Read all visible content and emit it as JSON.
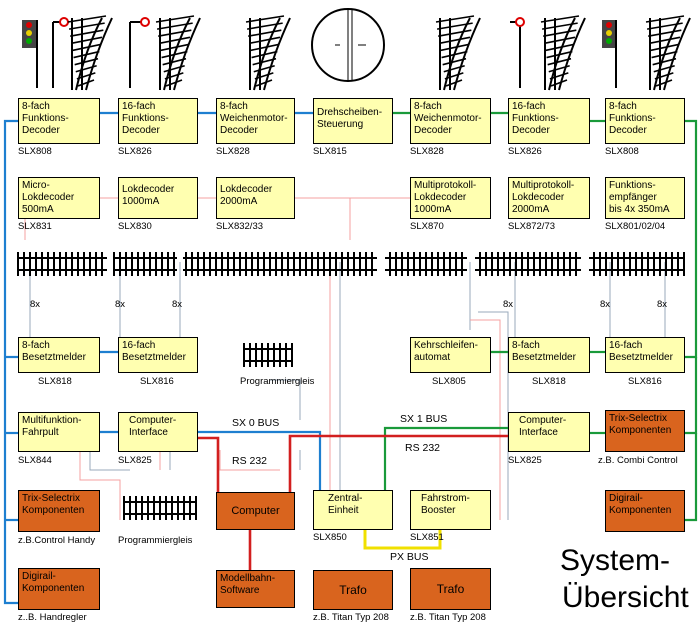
{
  "boxes_top": [
    {
      "id": "sl808a",
      "text": "8-fach\nFunktions-\nDecoder",
      "code": "SLX808"
    },
    {
      "id": "sl826a",
      "text": "16-fach\nFunktions-\nDecoder",
      "code": "SLX826"
    },
    {
      "id": "sl828a",
      "text": "8-fach\nWeichenmotor-\nDecoder",
      "code": "SLX828"
    },
    {
      "id": "sl815",
      "text": "Drehscheiben-\nSteuerung",
      "code": "SLX815"
    },
    {
      "id": "sl828b",
      "text": "8-fach\nWeichenmotor-\nDecoder",
      "code": "SLX828"
    },
    {
      "id": "sl826b",
      "text": "16-fach\nFunktions-\nDecoder",
      "code": "SLX826"
    },
    {
      "id": "sl808b",
      "text": "8-fach\nFunktions-\nDecoder",
      "code": "SLX808"
    }
  ],
  "boxes_loco": [
    {
      "id": "sl831",
      "text": "Micro-\nLokdecoder\n500mA",
      "code": "SLX831"
    },
    {
      "id": "sl830",
      "text": "Lokdecoder\n1000mA",
      "code": "SLX830"
    },
    {
      "id": "sl832",
      "text": "Lokdecoder\n2000mA",
      "code": "SLX832/33"
    },
    {
      "id": "sl870",
      "text": "Multiprotokoll-\nLokdecoder\n1000mA",
      "code": "SLX870"
    },
    {
      "id": "sl872",
      "text": "Multiprotokoll-\nLokdecoder\n2000mA",
      "code": "SLX872/73"
    },
    {
      "id": "sl801",
      "text": "Funktions-\nempfänger\nbis 4x 350mA",
      "code": "SLX801/02/04"
    }
  ],
  "occupancy": [
    {
      "id": "sl818a",
      "text": "8-fach\nBesetztmelder",
      "code": "SLX818"
    },
    {
      "id": "sl816a",
      "text": "16-fach\nBesetztmelder",
      "code": "SLX816"
    },
    {
      "id": "sl805",
      "text": "Kehrschleifen-\nautomat",
      "code": "SLX805"
    },
    {
      "id": "sl818b",
      "text": "8-fach\nBesetztmelder",
      "code": "SLX818"
    },
    {
      "id": "sl816b",
      "text": "16-fach\nBesetztmelder",
      "code": "SLX816"
    }
  ],
  "x8_labels": [
    "8x",
    "8x",
    "8x",
    "8x",
    "8x",
    "8x"
  ],
  "prog_track_label": "Programmiergleis",
  "prog_track_label2": "Programmiergleis",
  "multi": {
    "text": "Multifunktion-\nFahrpult",
    "code": "SLX844"
  },
  "ci_left": {
    "text": "Computer-\nInterface",
    "code": "SLX825"
  },
  "ci_right": {
    "text": "Computer-\nInterface",
    "code": "SLX825"
  },
  "computer": {
    "text": "Computer"
  },
  "software": {
    "text": "Modellbahn-\nSoftware"
  },
  "zentral": {
    "text": "Zentral-\nEinheit",
    "code": "SLX850"
  },
  "booster": {
    "text": "Fahrstrom-\nBooster",
    "code": "SLX851"
  },
  "trafo1": {
    "text": "Trafo",
    "caption": "z.B. Titan Typ 208"
  },
  "trafo2": {
    "text": "Trafo",
    "caption": "z.B. Titan Typ 208"
  },
  "trix_left": {
    "text": "Trix-Selectrix\nKomponenten",
    "caption": "z.B.Control Handy"
  },
  "digirail_left": {
    "text": "Digirail-\nKomponenten",
    "caption": "z..B.  Handregler"
  },
  "trix_right": {
    "text": "Trix-Selectrix\nKomponenten",
    "caption": "z.B. Combi Control"
  },
  "digirail_right": {
    "text": "Digirail-\nKomponenten"
  },
  "buses": {
    "sx0": "SX 0 BUS",
    "sx1": "SX 1 BUS",
    "rs232a": "RS 232",
    "rs232b": "RS 232",
    "px": "PX BUS"
  },
  "title": {
    "line1": "System-",
    "line2": "Übersicht"
  },
  "colors": {
    "sx0": "#1e7fd0",
    "sx1": "#1a9a3a",
    "rs232": "#d21f1f",
    "px": "#f0e000",
    "box_yellow": "#ffffb0",
    "box_orange": "#d9641e"
  }
}
